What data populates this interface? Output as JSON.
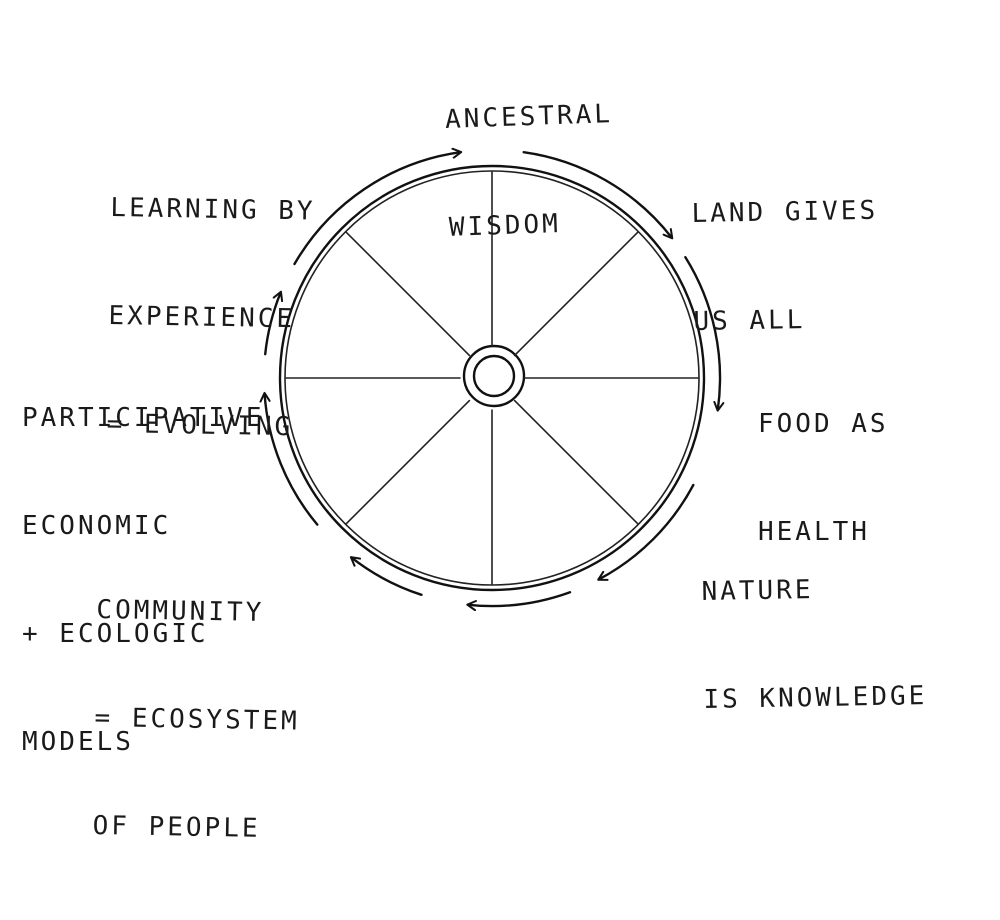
{
  "diagram": {
    "labels": {
      "top": [
        "ANCESTRAL",
        "WISDOM"
      ],
      "top_right": [
        "LAND GIVES",
        "US ALL"
      ],
      "right": [
        "FOOD AS",
        "HEALTH"
      ],
      "bottom_right": [
        "NATURE",
        "IS KNOWLEDGE"
      ],
      "bottom_left": [
        "COMMUNITY",
        "= ECOSYSTEM",
        "OF PEOPLE"
      ],
      "left": [
        "PARTICIPATIVE",
        "ECONOMIC",
        "+ ECOLOGIC",
        "MODELS"
      ],
      "top_left": [
        "LEARNING BY",
        "EXPERIENCE",
        "= EVOLVING"
      ]
    },
    "spoke_count": 8,
    "cycle_direction": "clockwise",
    "ink_color": "#111111",
    "paper_color": "#ffffff"
  }
}
